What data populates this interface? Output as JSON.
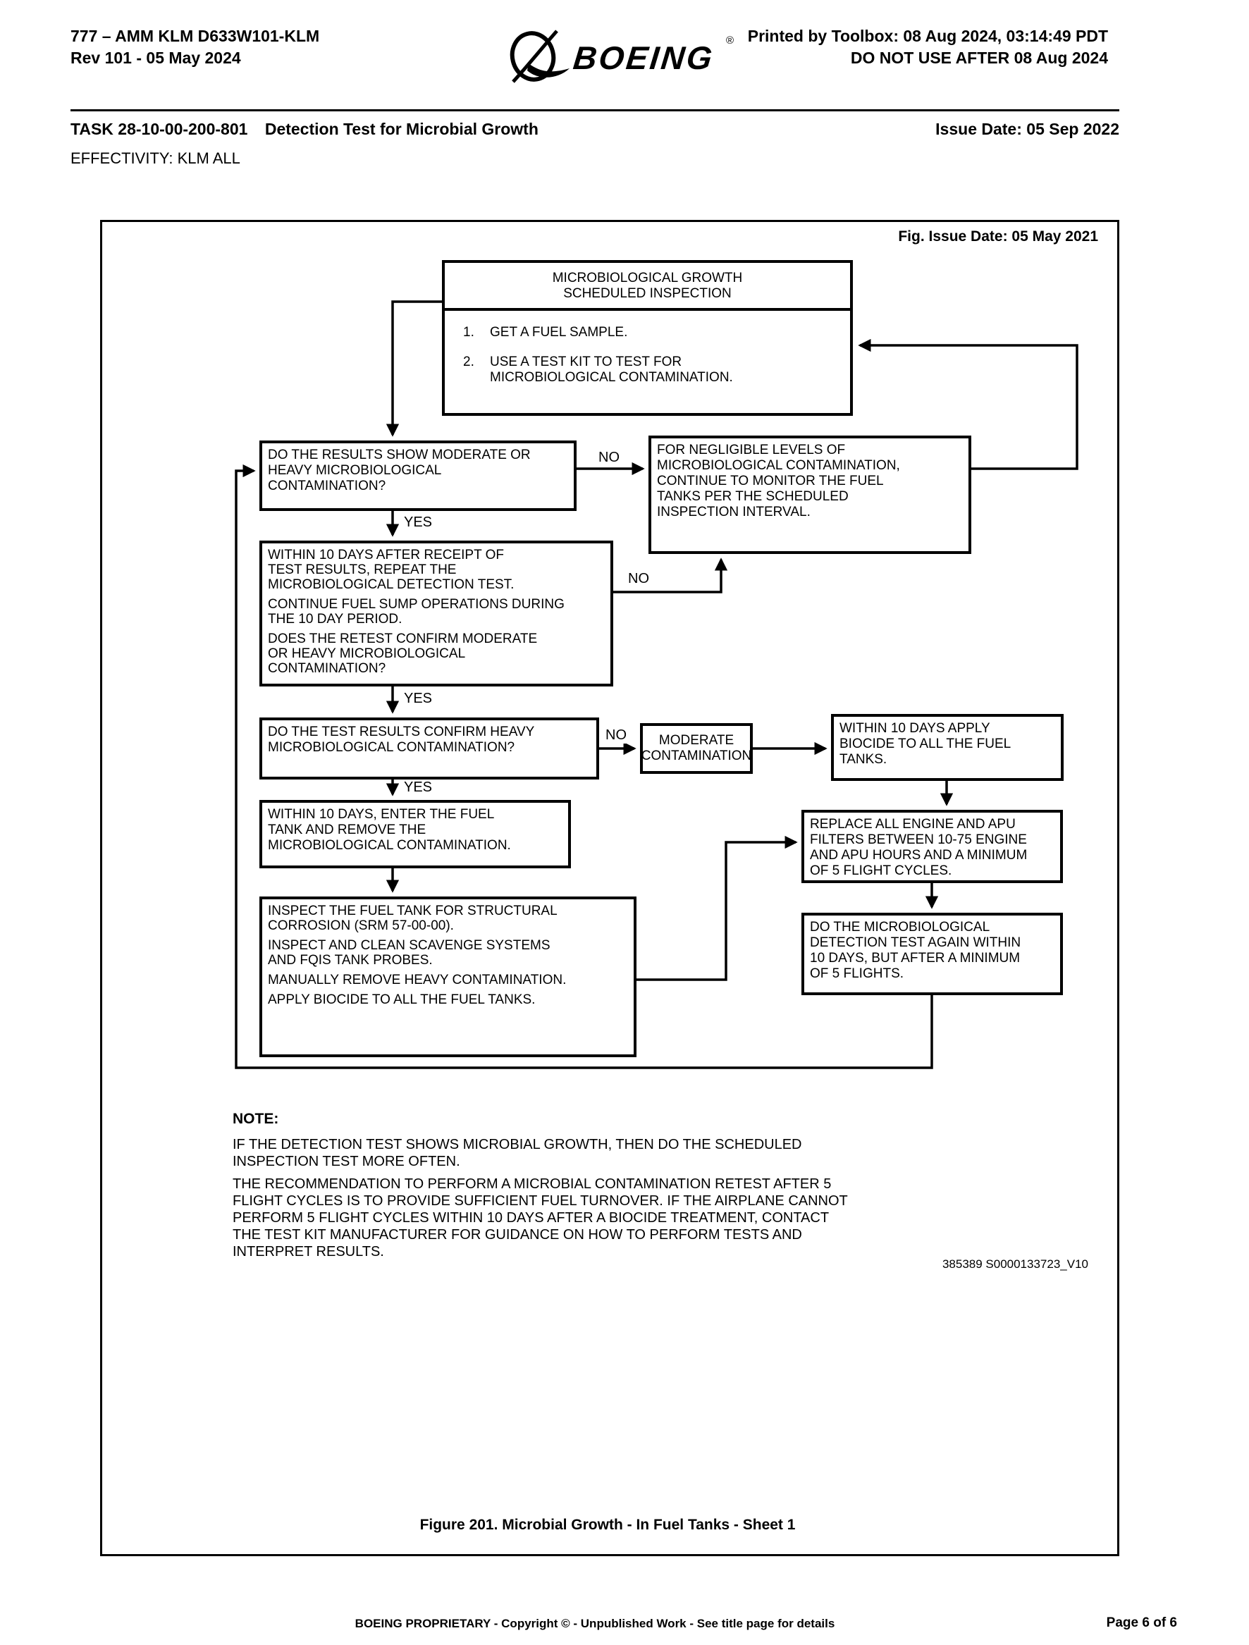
{
  "header": {
    "doc_id": "777 – AMM KLM D633W101-KLM",
    "revision": "Rev 101 - 05 May 2024",
    "brand": "BOEING",
    "registered_mark": "®",
    "printed_by": "Printed by Toolbox: 08 Aug 2024, 03:14:49 PDT",
    "do_not_use": "DO NOT USE AFTER 08 Aug 2024"
  },
  "task": {
    "task_id": "TASK 28-10-00-200-801",
    "task_title": "Detection Test for Microbial Growth",
    "issue_date": "Issue Date: 05 Sep 2022",
    "effectivity": "EFFECTIVITY: KLM ALL"
  },
  "figure": {
    "fig_issue_date": "Fig. Issue Date: 05 May 2021",
    "caption": "Figure 201. Microbial Growth - In Fuel Tanks - Sheet 1",
    "doc_number": "385389 S0000133723_V10"
  },
  "flowchart": {
    "labels": {
      "yes": "YES",
      "no": "NO"
    },
    "nodes": {
      "scheduled_inspection": {
        "title": "MICROBIOLOGICAL GROWTH\nSCHEDULED INSPECTION",
        "steps": [
          {
            "num": "1.",
            "text": "GET A FUEL SAMPLE."
          },
          {
            "num": "2.",
            "text": "USE A TEST KIT TO TEST FOR\nMICROBIOLOGICAL CONTAMINATION."
          }
        ]
      },
      "results_moderate_or_heavy": {
        "paras": [
          "DO THE RESULTS SHOW MODERATE OR\nHEAVY MICROBIOLOGICAL\nCONTAMINATION?"
        ]
      },
      "negligible_levels": {
        "paras": [
          "FOR NEGLIGIBLE LEVELS OF\nMICROBIOLOGICAL CONTAMINATION,\nCONTINUE TO MONITOR THE FUEL\nTANKS PER THE SCHEDULED\nINSPECTION INTERVAL."
        ]
      },
      "repeat_test": {
        "paras": [
          "WITHIN 10 DAYS AFTER RECEIPT OF\nTEST RESULTS, REPEAT THE\nMICROBIOLOGICAL DETECTION TEST.",
          "CONTINUE FUEL SUMP OPERATIONS DURING\nTHE 10 DAY PERIOD.",
          "DOES THE RETEST CONFIRM MODERATE\nOR HEAVY MICROBIOLOGICAL\nCONTAMINATION?"
        ]
      },
      "confirm_heavy": {
        "paras": [
          "DO THE TEST RESULTS CONFIRM HEAVY\nMICROBIOLOGICAL CONTAMINATION?"
        ]
      },
      "moderate_contamination": {
        "paras": [
          "MODERATE\nCONTAMINATION"
        ]
      },
      "apply_biocide": {
        "paras": [
          "WITHIN 10 DAYS APPLY\nBIOCIDE TO ALL THE FUEL\nTANKS."
        ]
      },
      "enter_tank": {
        "paras": [
          "WITHIN 10 DAYS, ENTER THE FUEL\nTANK AND REMOVE THE\nMICROBIOLOGICAL CONTAMINATION."
        ]
      },
      "replace_filters": {
        "paras": [
          "REPLACE ALL ENGINE AND APU\nFILTERS BETWEEN 10-75 ENGINE\nAND APU HOURS AND A MINIMUM\nOF 5 FLIGHT CYCLES."
        ]
      },
      "inspect_tank": {
        "paras": [
          "INSPECT THE FUEL TANK FOR STRUCTURAL\nCORROSION (SRM 57-00-00).",
          "INSPECT AND CLEAN SCAVENGE SYSTEMS\nAND FQIS TANK PROBES.",
          "MANUALLY REMOVE HEAVY CONTAMINATION.",
          "APPLY BIOCIDE TO ALL THE FUEL TANKS."
        ]
      },
      "retest_after_5_flights": {
        "paras": [
          "DO THE MICROBIOLOGICAL\nDETECTION TEST AGAIN WITHIN\n10 DAYS, BUT AFTER A MINIMUM\nOF 5 FLIGHTS."
        ]
      }
    }
  },
  "note": {
    "heading": "NOTE:",
    "p1": "IF THE DETECTION TEST SHOWS MICROBIAL GROWTH, THEN DO THE SCHEDULED\nINSPECTION TEST MORE OFTEN.",
    "p2": "THE RECOMMENDATION TO PERFORM A MICROBIAL CONTAMINATION RETEST AFTER 5\nFLIGHT CYCLES IS TO PROVIDE SUFFICIENT FUEL TURNOVER. IF THE AIRPLANE CANNOT\nPERFORM 5 FLIGHT CYCLES WITHIN 10 DAYS AFTER A BIOCIDE TREATMENT, CONTACT\nTHE TEST KIT MANUFACTURER FOR GUIDANCE ON HOW TO PERFORM TESTS AND\nINTERPRET RESULTS."
  },
  "footer": {
    "proprietary": "BOEING PROPRIETARY - Copyright © - Unpublished Work - See title page for details",
    "page": "Page 6 of 6"
  }
}
